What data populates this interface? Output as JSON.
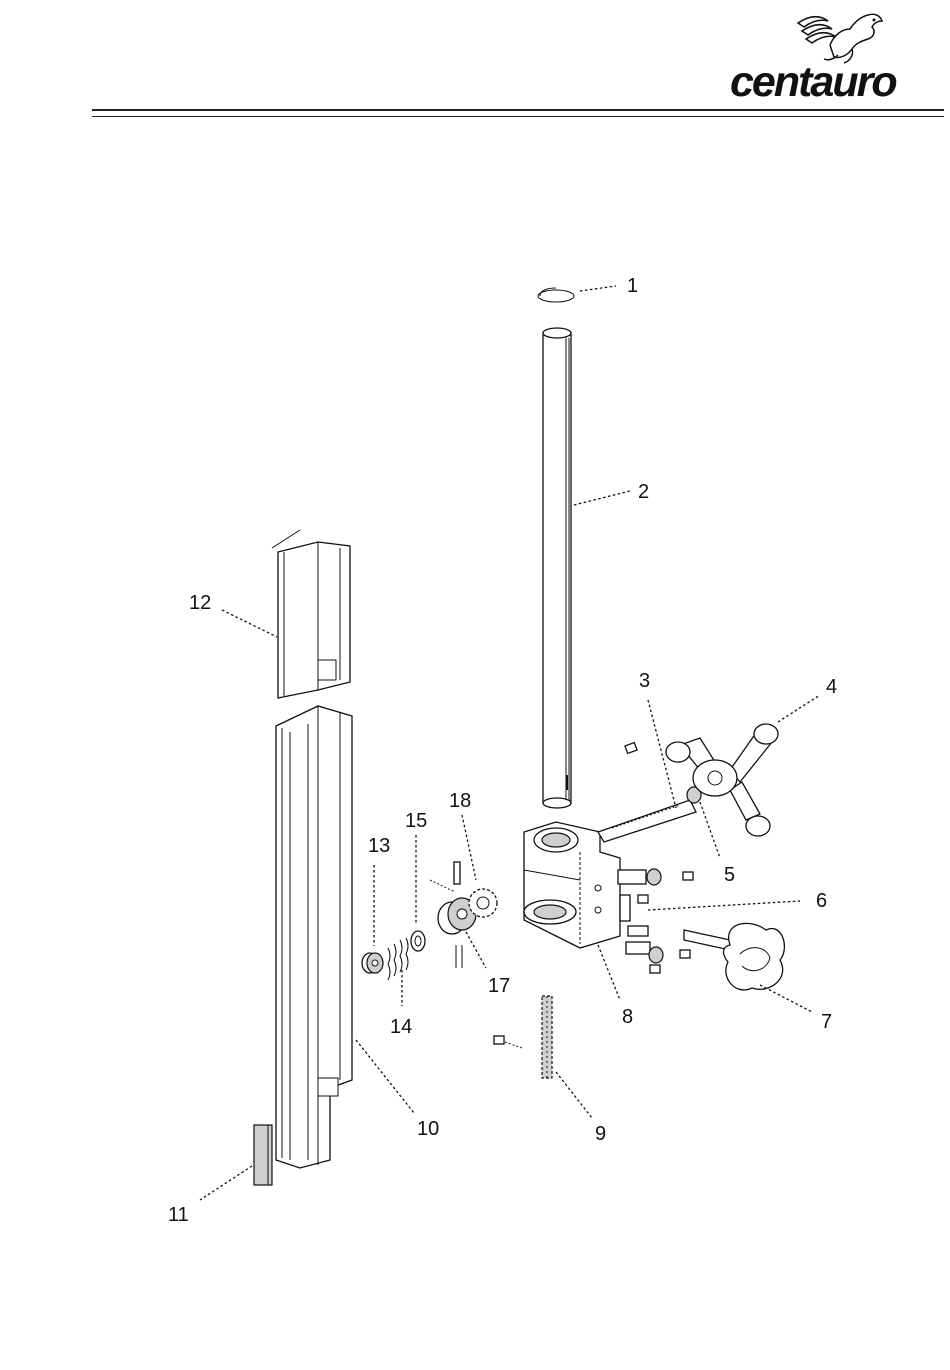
{
  "header": {
    "brand_name": "centauro",
    "logo_icon": "pegasus-logo-icon"
  },
  "diagram": {
    "callouts": [
      "1",
      "2",
      "3",
      "4",
      "5",
      "6",
      "7",
      "8",
      "9",
      "10",
      "11",
      "12",
      "13",
      "14",
      "15",
      "17",
      "18"
    ]
  }
}
